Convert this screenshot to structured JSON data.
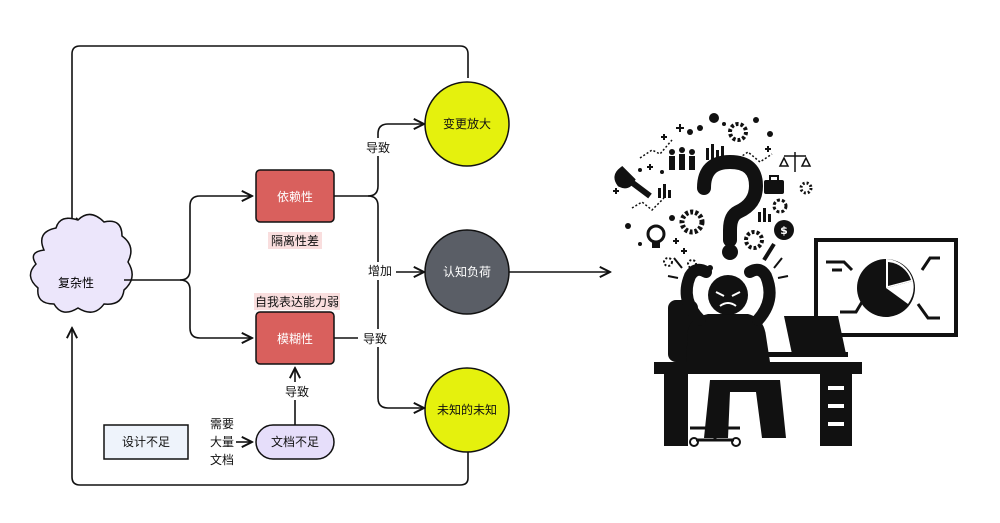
{
  "colors": {
    "cloud_fill": "#ece6fb",
    "red_box": "#d9605d",
    "yellow_circle": "#e5f10d",
    "gray_circle": "#5a5e66",
    "doc_pill": "#e6defa",
    "design_box": "#eef3fb",
    "highlight": "#f9dede",
    "line": "#111111"
  },
  "nodes": {
    "complexity": "复杂性",
    "dependency": "依赖性",
    "obscurity": "模糊性",
    "change_amplification": "变更放大",
    "cognitive_load": "认知负荷",
    "unknown_unknowns": "未知的未知",
    "insufficient_design": "设计不足",
    "insufficient_docs": "文档不足"
  },
  "notes": {
    "poor_isolation": "隔离性差",
    "weak_self_expression": "自我表达能力弱"
  },
  "edge_labels": {
    "leads_to_top": "导致",
    "increase": "增加",
    "leads_to_bottom": "导致",
    "leads_to_obscurity": "导致",
    "needs_docs_line1": "需要",
    "needs_docs_line2": "大量",
    "needs_docs_line3": "文档"
  },
  "illustration": {
    "subject": "stressed-person-at-desk",
    "icons": [
      "question-mark-icon",
      "gear-icon",
      "chart-icon",
      "wrench-icon",
      "lightbulb-icon",
      "scale-icon",
      "briefcase-icon",
      "money-bag-icon",
      "people-icon"
    ]
  }
}
